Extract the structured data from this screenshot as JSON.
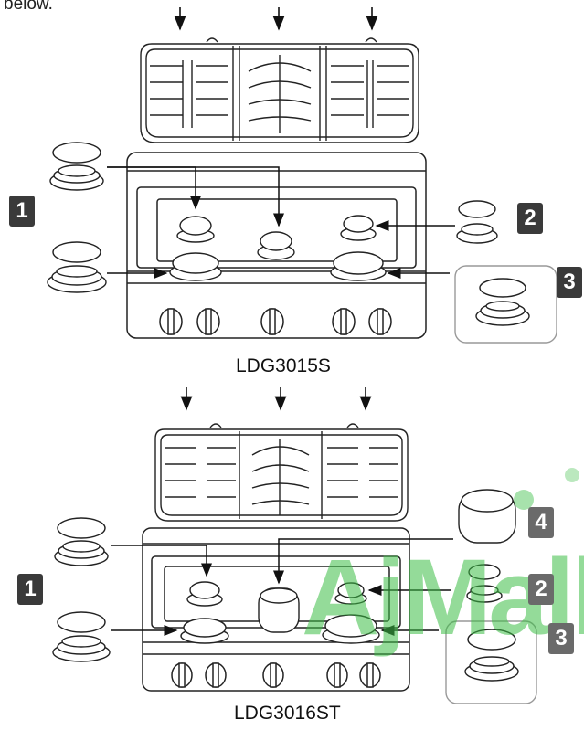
{
  "intro_text": "below.",
  "models": {
    "top": "LDG3015S",
    "bottom": "LDG3016ST"
  },
  "callouts": {
    "top": [
      "1",
      "2",
      "3"
    ],
    "bottom": [
      "1",
      "2",
      "3",
      "4"
    ]
  },
  "watermark": "AjMall"
}
